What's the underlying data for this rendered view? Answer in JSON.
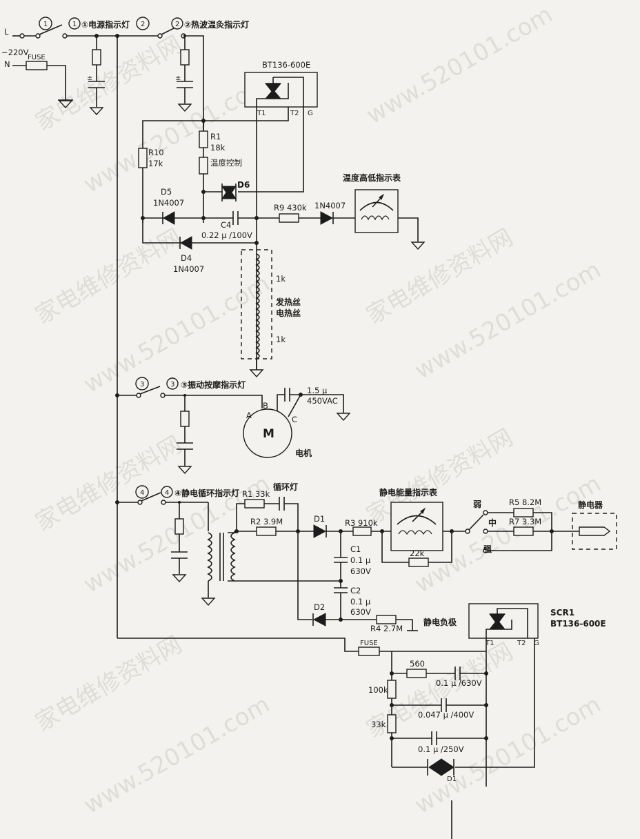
{
  "watermarks": [
    "家电维修资料网",
    "www.520101.com"
  ],
  "power": {
    "line_label": "L",
    "neutral_label": "N",
    "voltage_label": "~220V",
    "fuse_label": "FUSE"
  },
  "switches": {
    "s1_mark": "1",
    "s2_mark": "2",
    "s3_mark": "3",
    "s4_mark": "4"
  },
  "indicators": {
    "power": "①电源指示灯",
    "heat": "②热波温灸指示灯",
    "vibration": "③振动按摩指示灯",
    "static_cycle": "④静电循环指示灯",
    "cycle_lamp": "循环灯"
  },
  "heater": {
    "triac_label": "BT136-600E",
    "t1": "T1",
    "t2": "T2",
    "g": "G",
    "r1_name": "R1",
    "r1_value": "18k",
    "r10_name": "R10",
    "r10_value": "17k",
    "temp_control": "温度控制",
    "d5_name": "D5",
    "d5_type": "1N4007",
    "d6_name": "D6",
    "c4_name": "C4",
    "c4_value": "0.22 μ /100V",
    "d4_name": "D4",
    "d4_type": "1N4007",
    "r9_label": "R9  430k",
    "diode_type": "1N4007",
    "meter_label": "温度高低指示表",
    "coil_value_1": "1k",
    "coil_value_2": "1k",
    "coil_label_1": "发热丝",
    "coil_label_2": "电热丝"
  },
  "motor": {
    "cap_value": "1.5 μ",
    "cap_voltage": "450VAC",
    "pin_a": "A",
    "pin_b": "B",
    "pin_c": "C",
    "symbol": "M",
    "label": "电机"
  },
  "static": {
    "r1_label": "R1  33k",
    "r2_label": "R2  3.9M",
    "d1": "D1",
    "d2": "D2",
    "r3_label": "R3  910k",
    "c1_name": "C1",
    "c1_value": "0.1 μ",
    "c1_voltage": "630V",
    "c2_name": "C2",
    "c2_value": "0.1 μ",
    "c2_voltage": "630V",
    "meter_label": "静电能量指示表",
    "r22k": "22k",
    "weak": "弱",
    "medium": "中",
    "strong": "强",
    "r5_label": "R5  8.2M",
    "r7_label": "R7  3.3M",
    "device_label": "静电器",
    "r4_label": "R4  2.7M",
    "negative_label": "静电负极"
  },
  "scr": {
    "name": "SCR1",
    "type": "BT136-600E",
    "t1": "T1",
    "t2": "T2",
    "g": "G",
    "fuse": "FUSE",
    "r560": "560",
    "c1": "0.1 μ /630V",
    "r100k": "100k",
    "c2": "0.047 μ /400V",
    "r33k": "33k",
    "c3": "0.1 μ /250V",
    "d1": "D1"
  }
}
